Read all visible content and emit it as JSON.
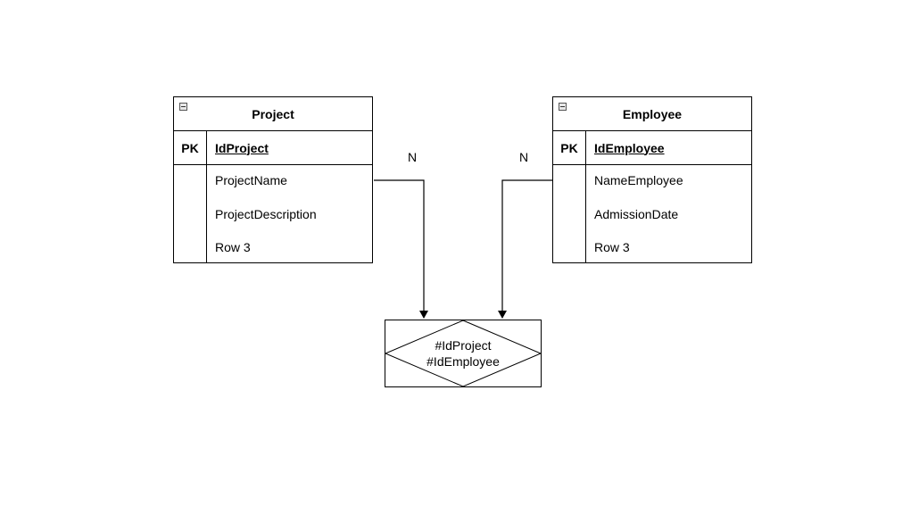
{
  "entities": {
    "project": {
      "title": "Project",
      "pk_label": "PK",
      "pk_field": "IdProject",
      "attributes": [
        "ProjectName",
        "ProjectDescription",
        "Row 3"
      ]
    },
    "employee": {
      "title": "Employee",
      "pk_label": "PK",
      "pk_field": "IdEmployee",
      "attributes": [
        "NameEmployee",
        "AdmissionDate",
        "Row 3"
      ]
    }
  },
  "relationships": {
    "project_cardinality": "N",
    "employee_cardinality": "N"
  },
  "association": {
    "line1": "#IdProject",
    "line2": "#IdEmployee"
  }
}
